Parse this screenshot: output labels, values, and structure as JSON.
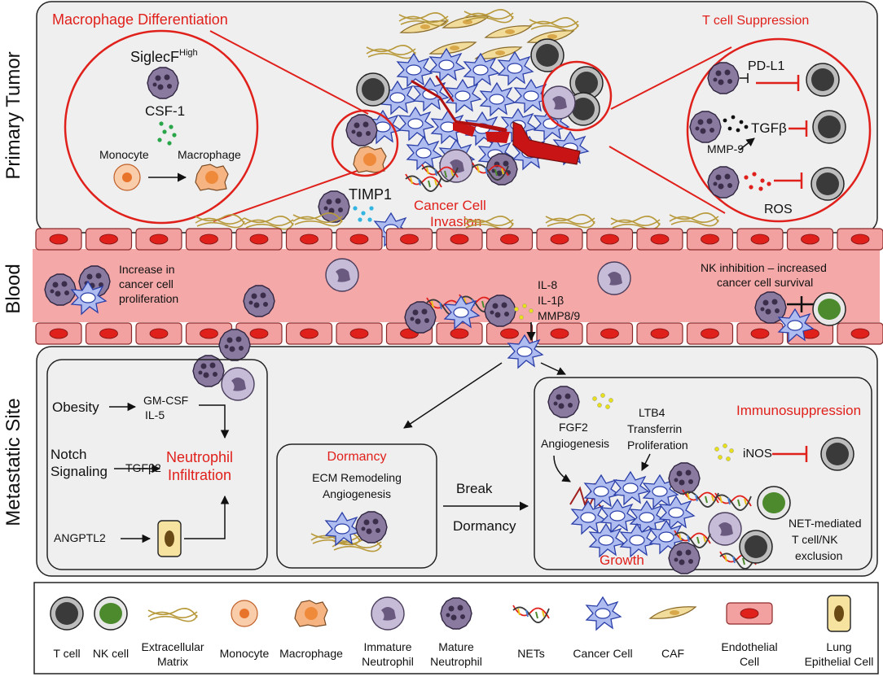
{
  "sections": {
    "primary_tumor": "Primary Tumor",
    "blood": "Blood",
    "metastatic_site": "Metastatic Site"
  },
  "primary": {
    "macrophage_title": "Macrophage Differentiation",
    "tcell_title": "T cell Suppression",
    "siglecf": "SiglecF",
    "siglecf_sup": "High",
    "csf1": "CSF-1",
    "monocyte": "Monocyte",
    "macrophage": "Macrophage",
    "pdl1": "PD-L1",
    "tgfb": "TGFβ",
    "mmp9": "MMP-9",
    "ros": "ROS",
    "timp1": "TIMP1",
    "invasion_line1": "Cancer Cell",
    "invasion_line2": "Invasion"
  },
  "blood": {
    "prolif_line1": "Increase in",
    "prolif_line2": "cancer cell",
    "prolif_line3": "proliferation",
    "il8": "IL-8",
    "il1b": "IL-1β",
    "mmp89": "MMP8/9",
    "nk_line1": "NK inhibition – increased",
    "nk_line2": "cancer cell survival"
  },
  "metastatic": {
    "obesity": "Obesity",
    "gmcsf": "GM-CSF",
    "il5": "IL-5",
    "notch1": "Notch",
    "notch2": "Signaling",
    "tgfb2": "TGFβ2",
    "infil1": "Neutrophil",
    "infil2": "Infiltration",
    "angptl2": "ANGPTL2",
    "dormancy_title": "Dormancy",
    "ecm": "ECM Remodeling",
    "angio": "Angiogenesis",
    "break1": "Break",
    "break2": "Dormancy",
    "immuno_title": "Immunosuppression",
    "fgf2": "FGF2",
    "angio2": "Angiogenesis",
    "ltb4": "LTB4",
    "transferrin": "Transferrin",
    "prolif": "Proliferation",
    "inos": "iNOS",
    "growth": "Growth",
    "net1": "NET-mediated",
    "net2": "T cell/NK",
    "net3": "exclusion"
  },
  "legend": {
    "items": [
      {
        "label1": "T cell",
        "label2": ""
      },
      {
        "label1": "NK cell",
        "label2": ""
      },
      {
        "label1": "Extracellular",
        "label2": "Matrix"
      },
      {
        "label1": "Monocyte",
        "label2": ""
      },
      {
        "label1": "Macrophage",
        "label2": ""
      },
      {
        "label1": "Immature",
        "label2": "Neutrophil"
      },
      {
        "label1": "Mature",
        "label2": "Neutrophil"
      },
      {
        "label1": "NETs",
        "label2": ""
      },
      {
        "label1": "Cancer Cell",
        "label2": ""
      },
      {
        "label1": "CAF",
        "label2": ""
      },
      {
        "label1": "Endothelial",
        "label2": "Cell"
      },
      {
        "label1": "Lung",
        "label2": "Epithelial Cell"
      }
    ]
  },
  "colors": {
    "panel_bg": "#efefef",
    "accent_red": "#e0201b",
    "blood_bg": "#f4a8a8",
    "endothelial": "#f3a0a0",
    "endothelial_nucleus": "#e0201b",
    "cancer_cell": "#4a63d8",
    "mature_neutrophil": "#8a7aa0",
    "immature_neutrophil": "#c7bcd8",
    "t_cell": "#3a3a3a",
    "nk_cell": "#4d8a2e",
    "monocyte": "#f6b483",
    "macrophage": "#ef8a3a",
    "caf": "#f1dc9c",
    "lung_epithelial": "#f7e3a0",
    "ecm": "#b89a3c"
  }
}
